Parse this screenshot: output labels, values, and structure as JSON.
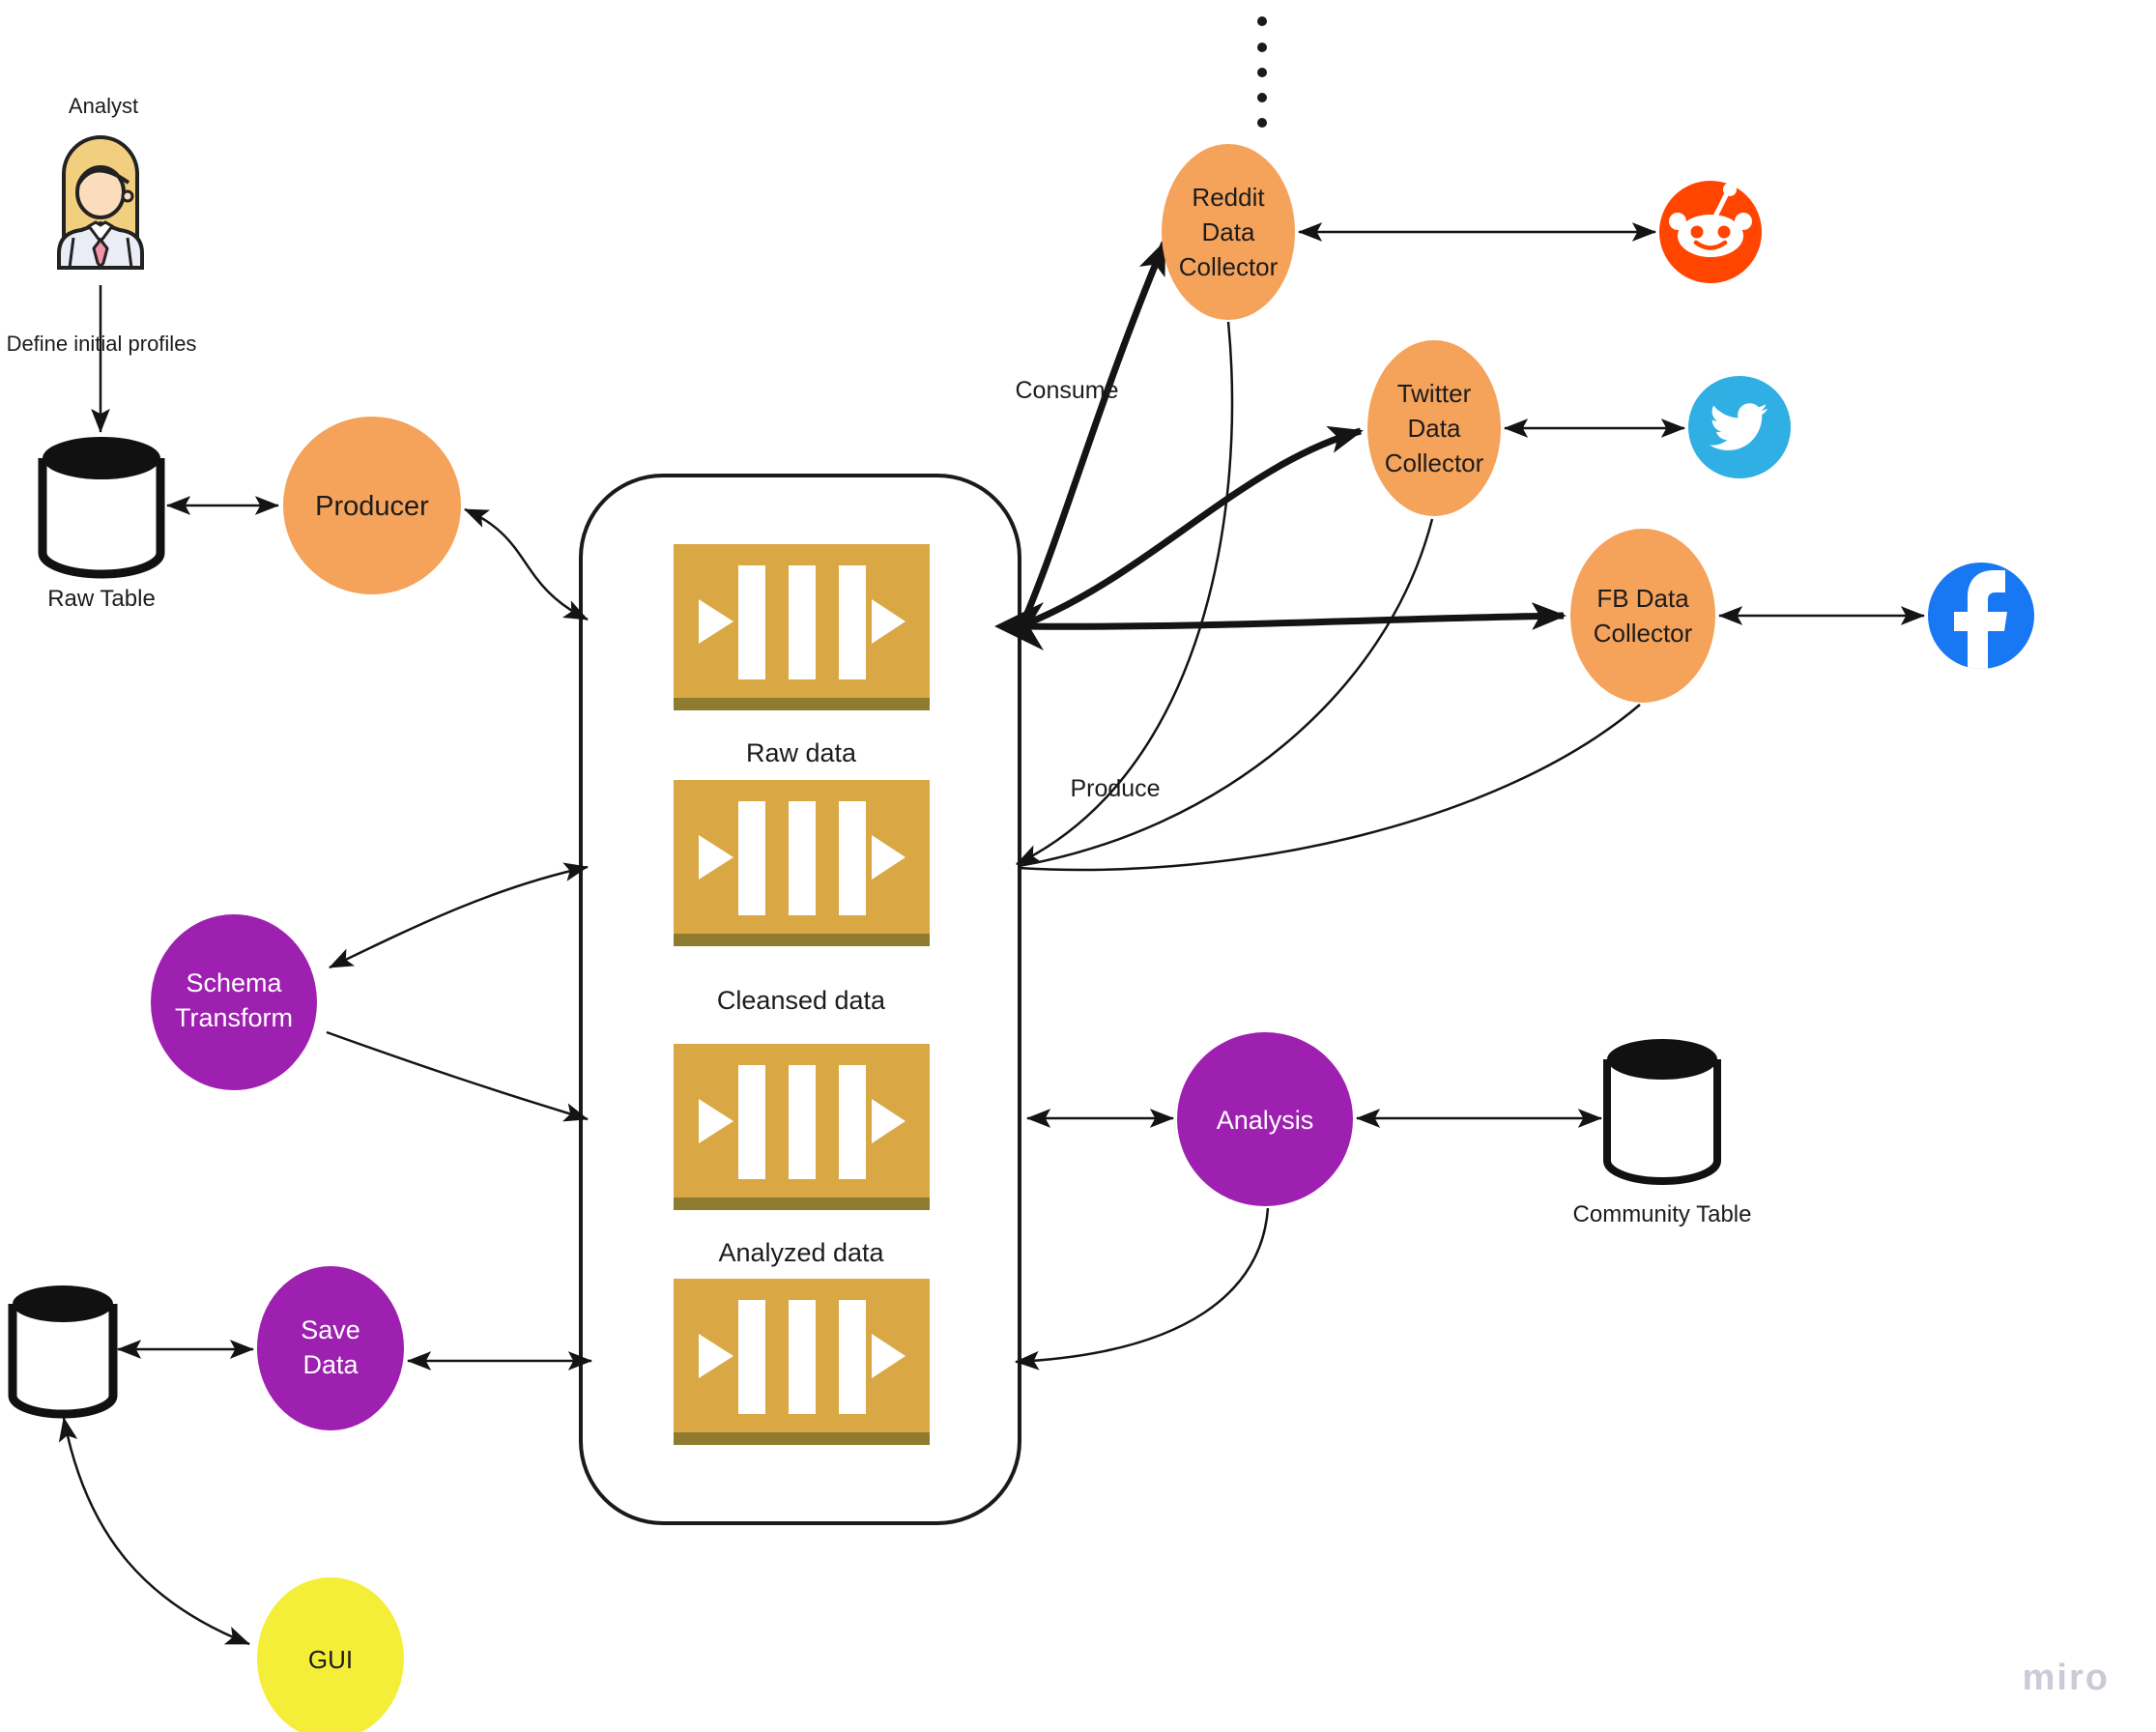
{
  "board": {
    "watermark": "miro"
  },
  "analyst": {
    "label": "Analyst",
    "note": "Define initial profiles"
  },
  "raw_table": {
    "label": "Raw Table"
  },
  "producer": {
    "label": "Producer"
  },
  "queues": {
    "raw": {
      "label": "Raw data"
    },
    "cleansed": {
      "label": "Cleansed data"
    },
    "analyzed": {
      "label": "Analyzed data"
    }
  },
  "flow_labels": {
    "consume": "Consume",
    "produce": "Produce"
  },
  "collectors": {
    "reddit": {
      "lines": [
        "Reddit",
        "Data",
        "Collector"
      ]
    },
    "twitter": {
      "lines": [
        "Twitter",
        "Data",
        "Collector"
      ]
    },
    "facebook": {
      "lines": [
        "FB Data",
        "Collector"
      ]
    }
  },
  "schema_transform": {
    "lines": [
      "Schema",
      "Transform"
    ]
  },
  "analysis": {
    "label": "Analysis"
  },
  "community_table": {
    "label": "Community Table"
  },
  "save_data": {
    "lines": [
      "Save",
      "Data"
    ]
  },
  "gui": {
    "label": "GUI"
  },
  "icons": [
    "analyst-avatar-icon",
    "database-icon",
    "queue-icon",
    "reddit-logo-icon",
    "twitter-logo-icon",
    "facebook-logo-icon",
    "ellipsis-dots-icon"
  ],
  "colors": {
    "node_orange": "#F5A25A",
    "node_purple": "#9E20B0",
    "node_yellow": "#F4EE38",
    "queue_gold": "#D9A845",
    "queue_gold_dark": "#8E7B2F",
    "reddit_orange": "#FF4500",
    "twitter_blue": "#2FAFE3",
    "facebook_blue": "#1877F2",
    "edge_black": "#141414",
    "watermark_gray": "#c9cbd7"
  }
}
